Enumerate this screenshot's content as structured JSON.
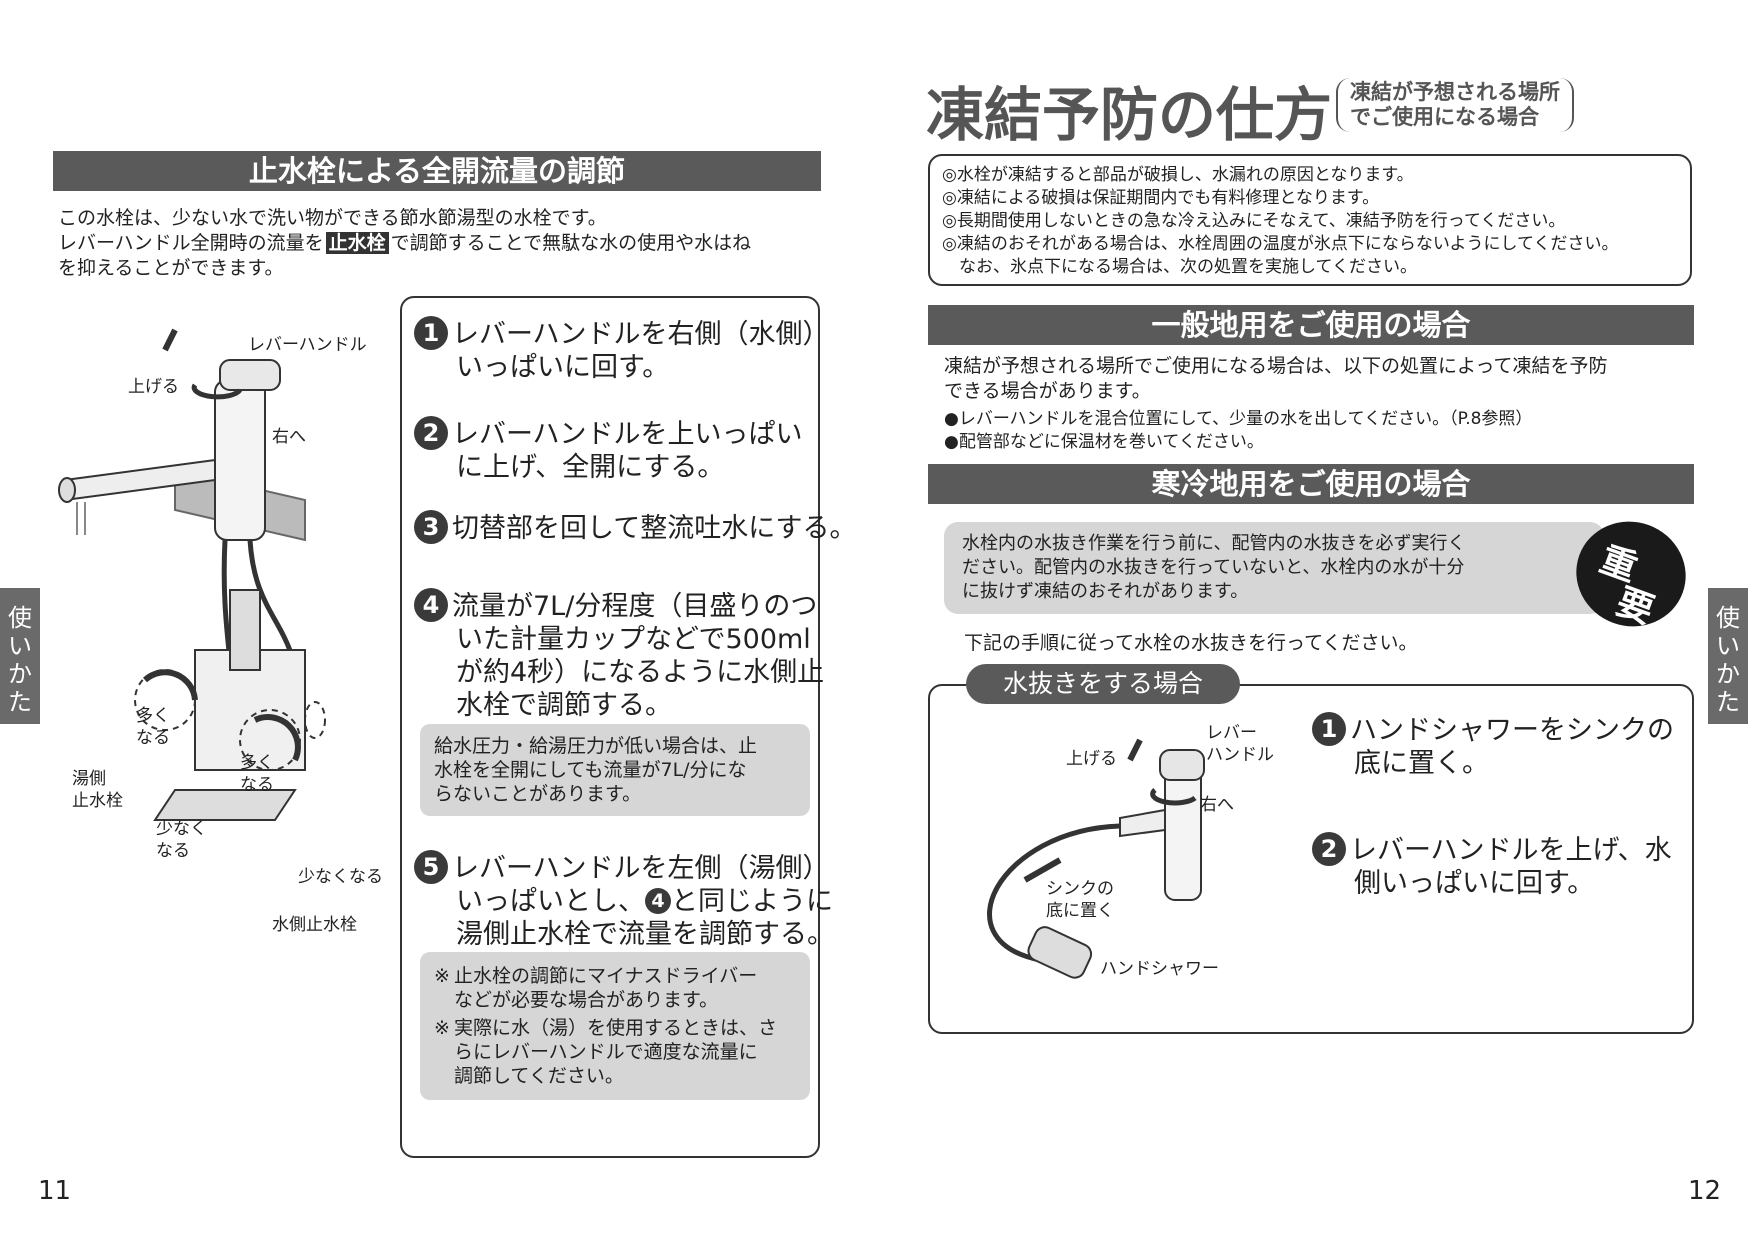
{
  "left": {
    "section_title": "止水栓による全開流量の調節",
    "intro": [
      "この水栓は、少ない水で洗い物ができる節水節湯型の水栓です。",
      "レバーハンドル全開時の流量を",
      "止水栓",
      "で調節することで無駄な水の使用や水はね",
      "を抑えることができます。"
    ],
    "figure_labels": {
      "lever_handle": "レバーハンドル",
      "raise": "上げる",
      "right": "右へ",
      "more1": [
        "多く",
        "なる"
      ],
      "more2": [
        "多く",
        "なる"
      ],
      "hot_valve": [
        "湯側",
        "止水栓"
      ],
      "less1": [
        "少なく",
        "なる"
      ],
      "less2": "少なくなる",
      "cold_valve": "水側止水栓"
    },
    "steps": [
      {
        "n": "1",
        "lines": [
          "レバーハンドルを右側（水側）",
          "いっぱいに回す。"
        ]
      },
      {
        "n": "2",
        "lines": [
          "レバーハンドルを上いっぱい",
          "に上げ、全開にする。"
        ]
      },
      {
        "n": "3",
        "lines": [
          "切替部を回して整流吐水にする。"
        ]
      },
      {
        "n": "4",
        "lines": [
          "流量が7L/分程度（目盛りのつ",
          "いた計量カップなどで500ml",
          "が約4秒）になるように水側止",
          "水栓で調節する。"
        ]
      },
      {
        "n": "5",
        "lines": [
          "レバーハンドルを左側（湯側）",
          "いっぱいとし、",
          "と同じように",
          "湯側止水栓で流量を調節する。"
        ],
        "ref": "4"
      }
    ],
    "note1": [
      "給水圧力・給湯圧力が低い場合は、止",
      "水栓を全開にしても流量が7L/分にな",
      "らないことがあります。"
    ],
    "note2": [
      {
        "mark": "※",
        "lines": [
          "止水栓の調節にマイナスドライバー",
          "などが必要な場合があります。"
        ]
      },
      {
        "mark": "※",
        "lines": [
          "実際に水（湯）を使用するときは、さ",
          "らにレバーハンドルで適度な流量に",
          "調節してください。"
        ]
      }
    ],
    "side_tab": [
      "使",
      "い",
      "か",
      "た"
    ],
    "page_number": "11"
  },
  "right": {
    "title": "凍結予防の仕方",
    "title_sub": [
      "凍結が予想される場所",
      "でご使用になる場合"
    ],
    "warnings": [
      "◎水栓が凍結すると部品が破損し、水漏れの原因となります。",
      "◎凍結による破損は保証期間内でも有料修理となります。",
      "◎長期間使用しないときの急な冷え込みにそなえて、凍結予防を行ってください。",
      "◎凍結のおそれがある場合は、水栓周囲の温度が氷点下にならないようにしてください。",
      "　なお、氷点下になる場合は、次の処置を実施してください。"
    ],
    "general_title": "一般地用をご使用の場合",
    "general_text": [
      "凍結が予想される場所でご使用になる場合は、以下の処置によって凍結を予防",
      "できる場合があります。"
    ],
    "general_bullets": [
      "●レバーハンドルを混合位置にして、少量の水を出してください。（P.8参照）",
      "●配管部などに保温材を巻いてください。"
    ],
    "cold_title": "寒冷地用をご使用の場合",
    "important_text": [
      "水栓内の水抜き作業を行う前に、配管内の水抜きを必ず実行く",
      "ださい。配管内の水抜きを行っていないと、水栓内の水が十分",
      "に抜けず凍結のおそれがあります。"
    ],
    "important_badge": [
      "重",
      "要"
    ],
    "procedure_text": "下記の手順に従って水栓の水抜きを行ってください。",
    "drain_title": "水抜きをする場合",
    "figure_labels": {
      "raise": "上げる",
      "lever": [
        "レバー",
        "ハンドル"
      ],
      "right": "右へ",
      "sink": [
        "シンクの",
        "底に置く"
      ],
      "shower": "ハンドシャワー"
    },
    "steps": [
      {
        "n": "1",
        "lines": [
          "ハンドシャワーをシンクの",
          "底に置く。"
        ]
      },
      {
        "n": "2",
        "lines": [
          "レバーハンドルを上げ、水",
          "側いっぱいに回す。"
        ]
      }
    ],
    "side_tab": [
      "使",
      "い",
      "か",
      "た"
    ],
    "page_number": "12"
  }
}
